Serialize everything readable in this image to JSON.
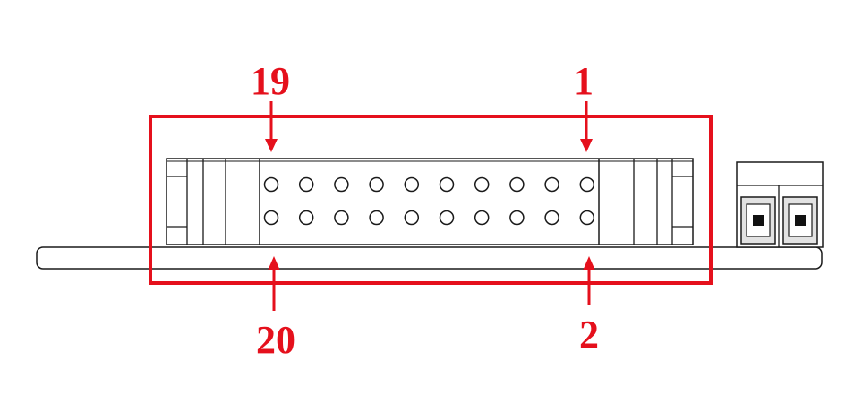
{
  "diagram": {
    "labels": {
      "top_left": "19",
      "top_right": "1",
      "bottom_left": "20",
      "bottom_right": "2"
    },
    "header": {
      "pin_rows": 2,
      "pins_per_row": 10
    },
    "terminal_block": {
      "positions": 2
    },
    "colors": {
      "annotation": "#e5101c",
      "outline": "#1a1a1a",
      "terminal_fill": "#e2e2e2",
      "terminal_contact": "#111111",
      "background": "#ffffff"
    }
  }
}
